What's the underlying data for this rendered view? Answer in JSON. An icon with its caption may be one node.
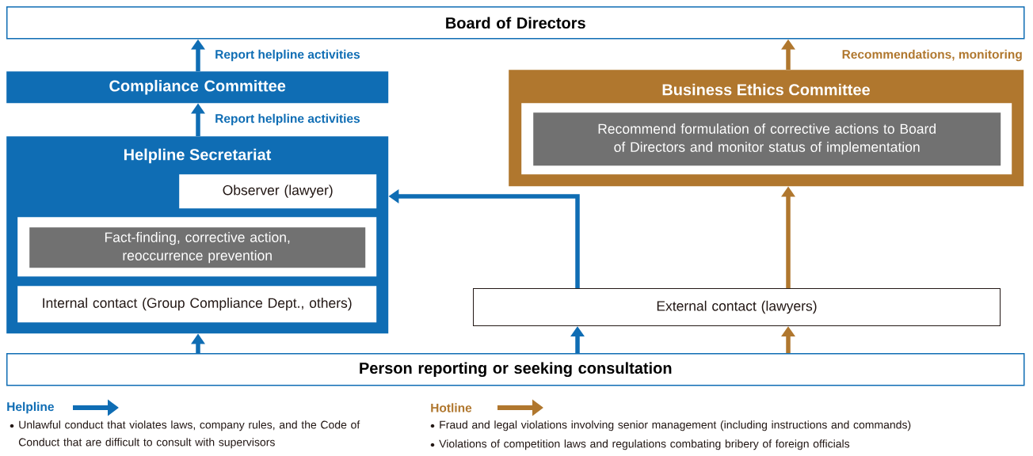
{
  "diagram": {
    "nodes": [
      {
        "text": [
          "Board of Directors"
        ]
      },
      {
        "text": [
          "Compliance Committee"
        ]
      },
      {
        "text": [
          "Helpline Secretariat"
        ]
      },
      {
        "text": [
          "Observer (lawyer)"
        ],
        "in": 2
      },
      {
        "text": [],
        "shape": "box",
        "in": 2
      },
      {
        "text": [
          "Fact-finding, corrective action, reoccurrence prevention"
        ],
        "in": 4
      },
      {
        "text": [
          "Internal contact (Group Compliance Dept., others)"
        ],
        "in": 2
      },
      {
        "text": [
          "Business Ethics Committee"
        ]
      },
      {
        "text": [],
        "shape": "box",
        "in": 7
      },
      {
        "text": [
          "Recommend formulation of corrective actions to Board of Directors and monitor status of implementation"
        ],
        "in": 8
      },
      {
        "text": [
          "External contact (lawyers)"
        ]
      },
      {
        "text": [
          "Person reporting or seeking consultation"
        ]
      }
    ],
    "edges": [
      {
        "from": 1,
        "to": 0,
        "arrow": "to",
        "label": "Report helpline activities"
      },
      {
        "from": 2,
        "to": 1,
        "arrow": "to",
        "label": "Report helpline activities"
      },
      {
        "from": 7,
        "to": 0,
        "arrow": "to",
        "label": "Recommendations, monitoring",
        "color": "#b0772e"
      },
      {
        "from": 10,
        "to": 2,
        "arrow": "to"
      },
      {
        "from": 10,
        "to": 7,
        "arrow": "to",
        "color": "#b0772e"
      },
      {
        "from": 11,
        "to": 2,
        "arrow": "to"
      },
      {
        "from": 11,
        "to": 10,
        "arrow": "to"
      },
      {
        "from": 11,
        "to": 10,
        "arrow": "to",
        "color": "#b0772e"
      }
    ],
    "labels": [
      "Unlawful conduct that violates laws, company rules, and the Code of Conduct that are difficult to consult with supervisors",
      "Fraud and legal violations involving senior management (including instructions and commands)",
      "Violations of competition laws and regulations combating bribery of foreign officials"
    ],
    "legend": [
      {
        "text": "Helpline"
      },
      {
        "text": "Hotline"
      }
    ]
  }
}
